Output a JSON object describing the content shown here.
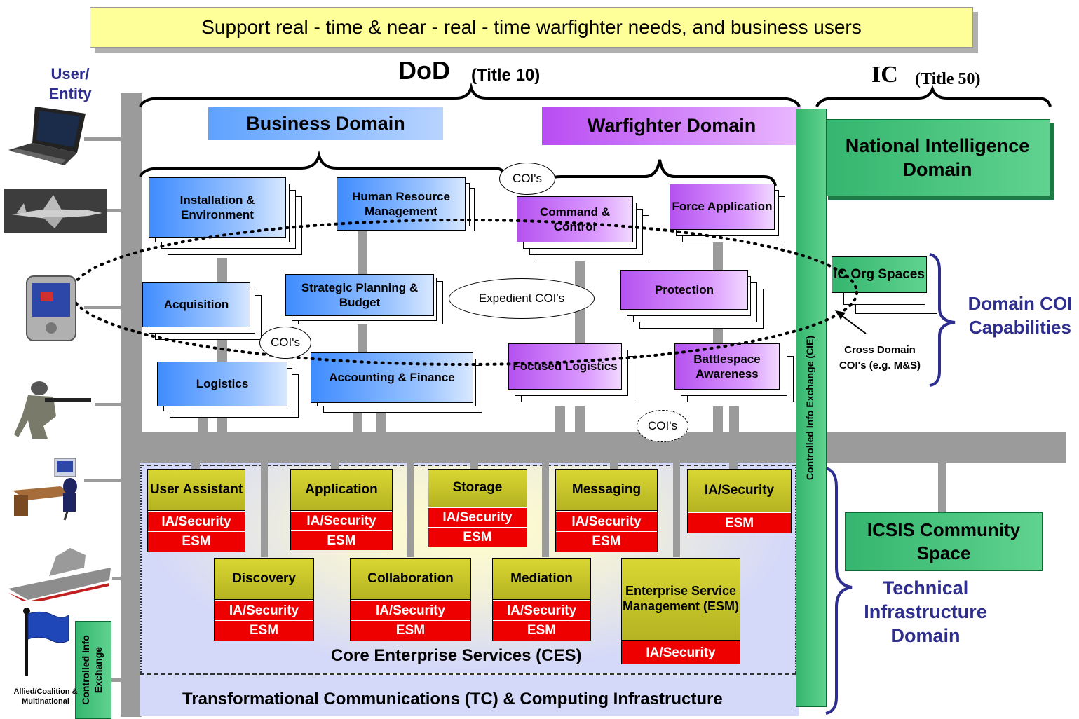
{
  "banner": "Support real - time & near - real - time  warfighter    needs, and business users",
  "user_entity": "User/ Entity",
  "dod": {
    "title": "DoD",
    "subtitle": "(Title 10)"
  },
  "ic": {
    "title": "IC",
    "subtitle": "(Title 50)"
  },
  "business_domain": "Business  Domain",
  "warfighter_domain": "Warfighter Domain",
  "national_intel": "National Intelligence Domain",
  "business_boxes": {
    "installation": "Installation & Environment",
    "human_resource": "Human Resource Management",
    "acquisition": "Acquisition",
    "strategic": "Strategic Planning & Budget",
    "logistics": "Logistics",
    "accounting": "Accounting & Finance"
  },
  "warfighter_boxes": {
    "command": "Command & Control",
    "force": "Force Application",
    "protection": "Protection",
    "focused": "Focused Logistics",
    "battlespace": "Battlespace Awareness"
  },
  "cois": "COI's",
  "expedient": "Expedient COI's",
  "ic_org": "IC Org Spaces",
  "domain_coi": "Domain COI Capabilities",
  "cross_domain": "Cross Domain COI's (e.g.  M&S)",
  "cie_vertical": "Controlled Info Exchange (CIE)",
  "icsis": "ICSIS Community Space",
  "technical": "Technical Infrastructure Domain",
  "services": {
    "user_assistant": "User Assistant",
    "application": "Application",
    "storage": "Storage",
    "messaging": "Messaging",
    "ia_security": "IA/Security",
    "discovery": "Discovery",
    "collaboration": "Collaboration",
    "mediation": "Mediation",
    "esm_full": "Enterprise Service Management (ESM)",
    "esm": "ESM"
  },
  "ces": "Core Enterprise  Services (CES)",
  "tc": "Transformational Communications (TC) & Computing Infrastructure",
  "cie_small": "Controlled Info Exchange",
  "allied": "Allied/Coalition & Multinational",
  "device_icons": [
    "laptop-icon",
    "aircraft-icon",
    "pda-icon",
    "soldier-icon",
    "workstation-icon",
    "ship-icon",
    "flag-icon"
  ]
}
